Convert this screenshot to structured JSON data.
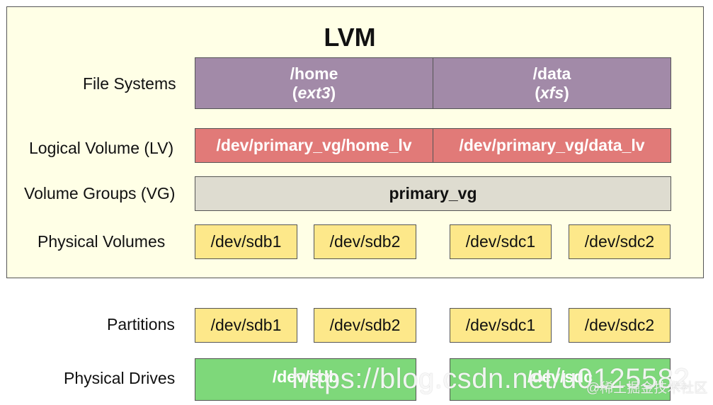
{
  "title": "LVM",
  "labels": {
    "file_systems": "File Systems",
    "logical_volume": "Logical Volume (LV)",
    "volume_groups": "Volume Groups (VG)",
    "physical_volumes": "Physical Volumes",
    "partitions": "Partitions",
    "physical_drives": "Physical Drives"
  },
  "file_systems": [
    {
      "mount": "/home",
      "open": "(",
      "type": "ext3",
      "close": ")"
    },
    {
      "mount": "/data",
      "open": "(",
      "type": "xfs",
      "close": ")"
    }
  ],
  "logical_volumes": [
    "/dev/primary_vg/home_lv",
    "/dev/primary_vg/data_lv"
  ],
  "volume_group": "primary_vg",
  "physical_volumes": [
    "/dev/sdb1",
    "/dev/sdb2",
    "/dev/sdc1",
    "/dev/sdc2"
  ],
  "partitions": [
    "/dev/sdb1",
    "/dev/sdb2",
    "/dev/sdc1",
    "/dev/sdc2"
  ],
  "drives": [
    "/dev/sdb",
    "/dev/sdc"
  ],
  "watermark": {
    "url": "https://blog.csdn.net/u0125582",
    "community": "@稀土掘金技术社区"
  },
  "colors": {
    "frame_bg": "#ffffe6",
    "file_system": "#a28aa8",
    "logical_volume": "#e17a78",
    "volume_group": "#dedcd0",
    "physical_volume": "#fde88a",
    "drive": "#7ed87a"
  }
}
